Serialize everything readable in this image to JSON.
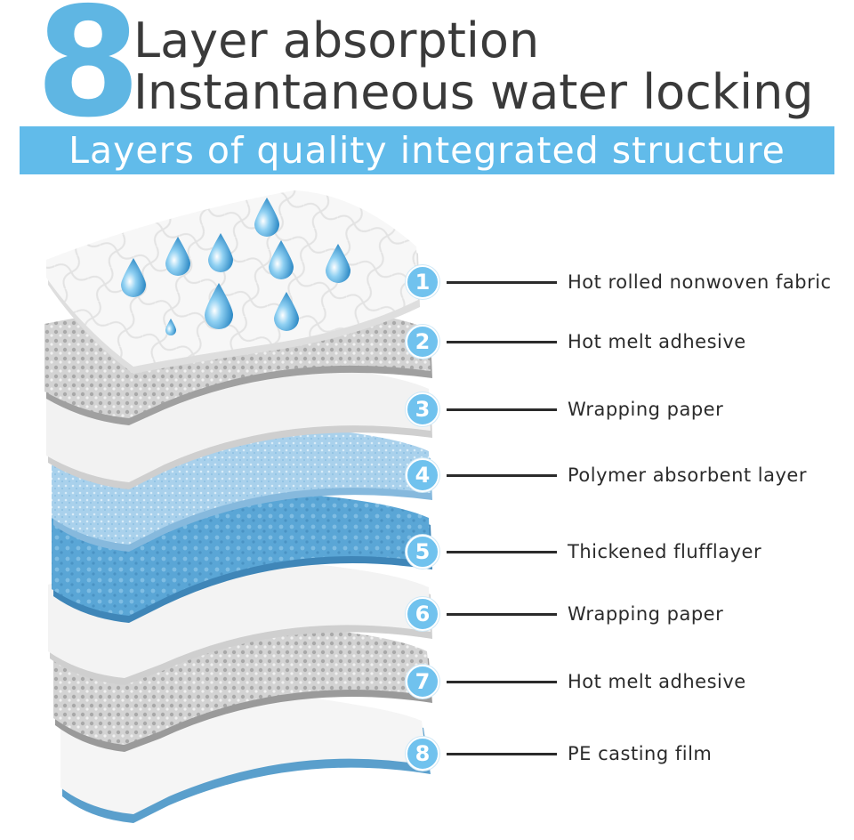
{
  "header": {
    "big_number": "8",
    "line1": "Layer absorption",
    "line2": "Instantaneous water locking",
    "banner": "Layers of quality integrated structure"
  },
  "layers": [
    {
      "number": "1",
      "label": "Hot rolled nonwoven fabric"
    },
    {
      "number": "2",
      "label": "Hot melt adhesive"
    },
    {
      "number": "3",
      "label": "Wrapping paper"
    },
    {
      "number": "4",
      "label": "Polymer absorbent layer"
    },
    {
      "number": "5",
      "label": "Thickened flufflayer"
    },
    {
      "number": "6",
      "label": "Wrapping paper"
    },
    {
      "number": "7",
      "label": "Hot melt adhesive"
    },
    {
      "number": "8",
      "label": "PE casting film"
    }
  ],
  "colors": {
    "accent": "#5fb6e3",
    "banner": "#61bbea",
    "badge": "#70c2ee",
    "text": "#2b2b2b",
    "headline": "#3a3a3a",
    "layer_blue": "#5aa6d6",
    "layer_lightblue": "#a9d1ec",
    "layer_gray": "#c9c9c9",
    "layer_white": "#f4f4f4"
  }
}
